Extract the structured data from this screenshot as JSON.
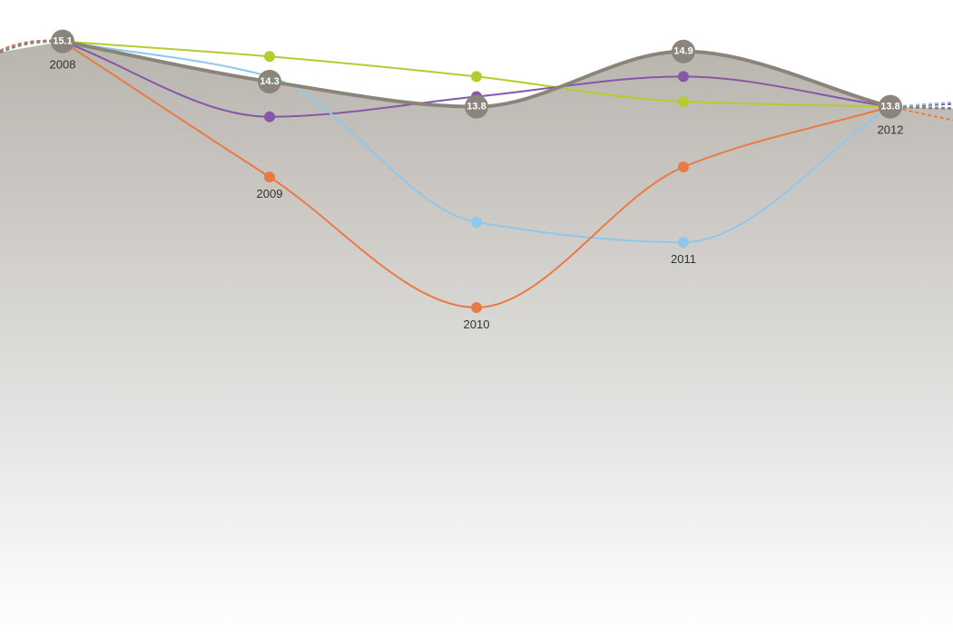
{
  "chart_data": {
    "type": "line",
    "categories": [
      "2008",
      "2009",
      "2010",
      "2011",
      "2012"
    ],
    "value_labels": [
      "15.1",
      "14.3",
      "13.8",
      "14.9",
      "13.8"
    ],
    "main_series": {
      "values": [
        15.1,
        14.3,
        13.8,
        14.9,
        13.8
      ],
      "color": "#8a847a",
      "area_top_color": "#b8b4ae",
      "area_bottom_color": "#ffffff"
    },
    "series": [
      {
        "color": "#b4cc2e",
        "values": [
          15.1,
          14.8,
          14.4,
          13.9,
          13.8
        ]
      },
      {
        "color": "#8657a6",
        "values": [
          15.1,
          13.6,
          14.0,
          14.4,
          13.8
        ]
      },
      {
        "color": "#8ec8ec",
        "values": [
          15.1,
          14.4,
          11.5,
          11.1,
          13.8
        ]
      },
      {
        "color": "#e97a44",
        "values": [
          15.1,
          12.4,
          9.8,
          12.6,
          13.8
        ]
      }
    ],
    "ylim": [
      4.0,
      15.6
    ],
    "grid": false,
    "legend": "none"
  }
}
